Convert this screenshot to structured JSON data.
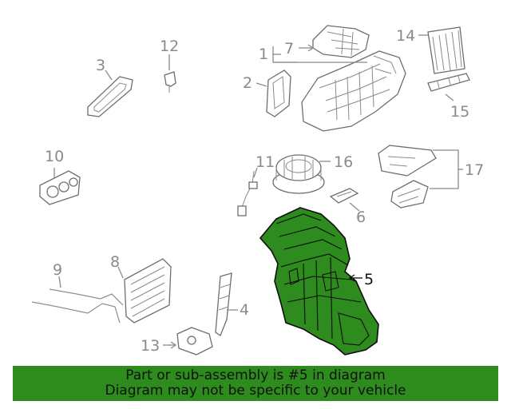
{
  "callouts": {
    "c1": "1",
    "c2": "2",
    "c3": "3",
    "c4": "4",
    "c5": "5",
    "c6": "6",
    "c7": "7",
    "c8": "8",
    "c9": "9",
    "c10": "10",
    "c11": "11",
    "c12": "12",
    "c13": "13",
    "c14": "14",
    "c15": "15",
    "c16": "16",
    "c17": "17"
  },
  "highlighted_part": "5",
  "colors": {
    "highlight": "#2e8b1e",
    "callout": "#8a8a8a",
    "outline": "#6e6e6e"
  },
  "banner": {
    "line1": "Part or sub-assembly is #5 in diagram",
    "line2": "Diagram may not be specific to your vehicle"
  }
}
